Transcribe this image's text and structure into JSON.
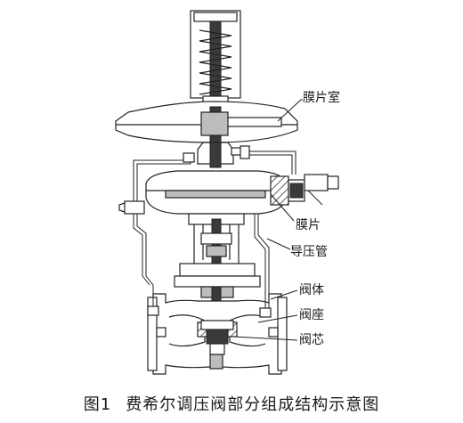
{
  "labels": {
    "diaphragm_chamber": "膜片室",
    "diaphragm": "膜片",
    "pilot_tube": "导压管",
    "valve_body": "阀体",
    "valve_seat": "阀座",
    "valve_core": "阀芯"
  },
  "caption": {
    "number": "图1",
    "text": "费希尔调压阀部分组成结构示意图"
  }
}
